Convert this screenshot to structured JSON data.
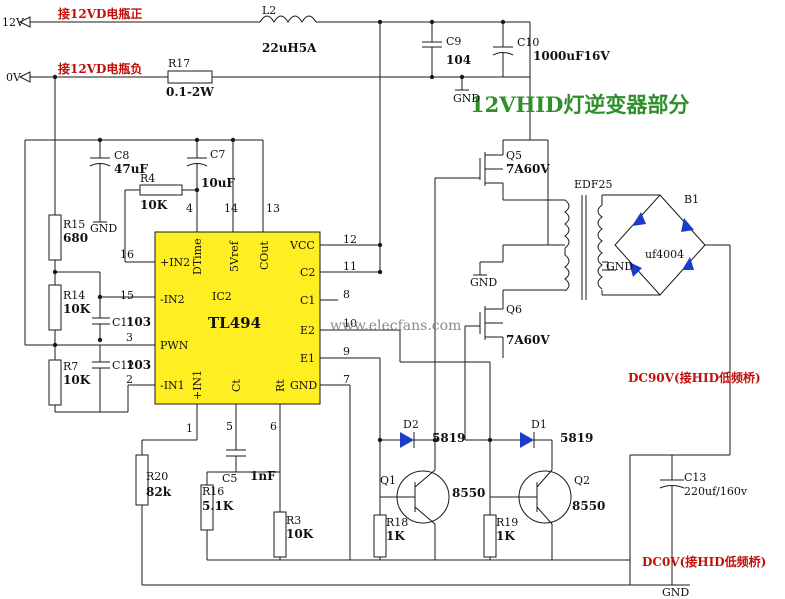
{
  "title": "12VHID灯逆变器部分",
  "net_labels": {
    "v12": "12V",
    "v0": "0V",
    "v12_note": "接12VD电瓶正",
    "v0_note": "接12VD电瓶负",
    "dc90": "DC90V(接HID低频桥)",
    "dc0": "DC0V(接HID低频桥)",
    "gnd": "GND"
  },
  "components": {
    "l2": {
      "ref": "L2",
      "value": "22uH5A"
    },
    "r17": {
      "ref": "R17",
      "value": "0.1-2W"
    },
    "c9": {
      "ref": "C9",
      "value": "104"
    },
    "c10": {
      "ref": "C10",
      "value": "1000uF16V"
    },
    "c8": {
      "ref": "C8",
      "value": "47uF"
    },
    "c7": {
      "ref": "C7",
      "value": "10uF"
    },
    "r4": {
      "ref": "R4",
      "value": "10K"
    },
    "r15": {
      "ref": "R15",
      "value": "680"
    },
    "r14": {
      "ref": "R14",
      "value": "10K"
    },
    "c11": {
      "ref": "C11",
      "value": "103"
    },
    "r7": {
      "ref": "R7",
      "value": "10K"
    },
    "c12": {
      "ref": "C12",
      "value": "103"
    },
    "ic2": {
      "ref": "IC2",
      "part": "TL494"
    },
    "q5": {
      "ref": "Q5",
      "value": "7A60V"
    },
    "q6": {
      "ref": "Q6",
      "value": "7A60V"
    },
    "t1": {
      "ref": "EDF25"
    },
    "b1": {
      "ref": "B1",
      "value": "uf4004"
    },
    "d2": {
      "ref": "D2",
      "value": "5819"
    },
    "d1": {
      "ref": "D1",
      "value": "5819"
    },
    "q1": {
      "ref": "Q1",
      "value": "8550"
    },
    "q2": {
      "ref": "Q2",
      "value": "8550"
    },
    "r18": {
      "ref": "R18",
      "value": "1K"
    },
    "r19": {
      "ref": "R19",
      "value": "1K"
    },
    "r20": {
      "ref": "R20",
      "value": "82k"
    },
    "r16": {
      "ref": "R16",
      "value": "5.1K"
    },
    "c5": {
      "ref": "C5",
      "value": "1nF"
    },
    "r3": {
      "ref": "R3",
      "value": "10K"
    },
    "c13": {
      "ref": "C13",
      "value": "220uf/160v"
    }
  },
  "ic_pins": {
    "in2p": "+IN2",
    "in2n": "-IN2",
    "pwn": "PWN",
    "in1n": "-IN1",
    "dtime": "DTime",
    "vref": "5Vref",
    "cout": "COut",
    "vcc": "VCC",
    "c2": "C2",
    "c1": "C1",
    "e2": "E2",
    "e1": "E1",
    "gnd": "GND",
    "in1p": "+IN1",
    "ct": "Ct",
    "rt": "Rt"
  },
  "pin_numbers": {
    "p16": "16",
    "p15": "15",
    "p3": "3",
    "p2": "2",
    "p4": "4",
    "p14": "14",
    "p13": "13",
    "p12": "12",
    "p11": "11",
    "p8": "8",
    "p10": "10",
    "p9": "9",
    "p7": "7",
    "p1": "1",
    "p5": "5",
    "p6": "6"
  },
  "watermark": "www.elecfans.com"
}
